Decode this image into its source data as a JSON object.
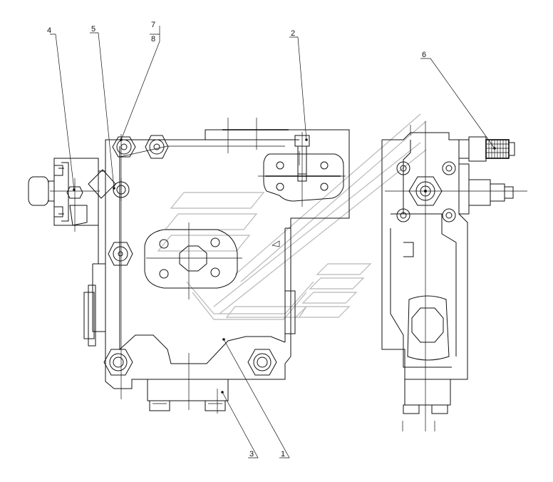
{
  "callouts": {
    "c1": "1",
    "c2": "2",
    "c3": "3",
    "c4": "4",
    "c5": "5",
    "c6": "6",
    "c7": "7",
    "c8": "8"
  },
  "icons": {
    "watermark": "stylized-arrow-watermark"
  }
}
